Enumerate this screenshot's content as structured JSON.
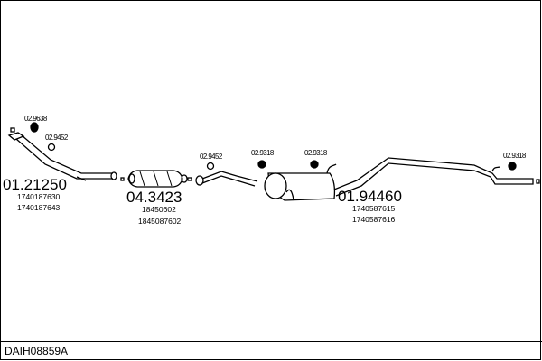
{
  "code": "DAIH08859A",
  "parts": [
    {
      "number": "01.21250",
      "refs": [
        "1740187630",
        "1740187643"
      ]
    },
    {
      "number": "04.3423",
      "refs": [
        "18450602",
        "1845087602"
      ]
    },
    {
      "number": "01.94460",
      "refs": [
        "1740587615",
        "1740587616"
      ]
    }
  ],
  "clips": [
    "02.9638",
    "02.9452",
    "02.9452",
    "02.9318",
    "02.9318",
    "02.9318"
  ]
}
